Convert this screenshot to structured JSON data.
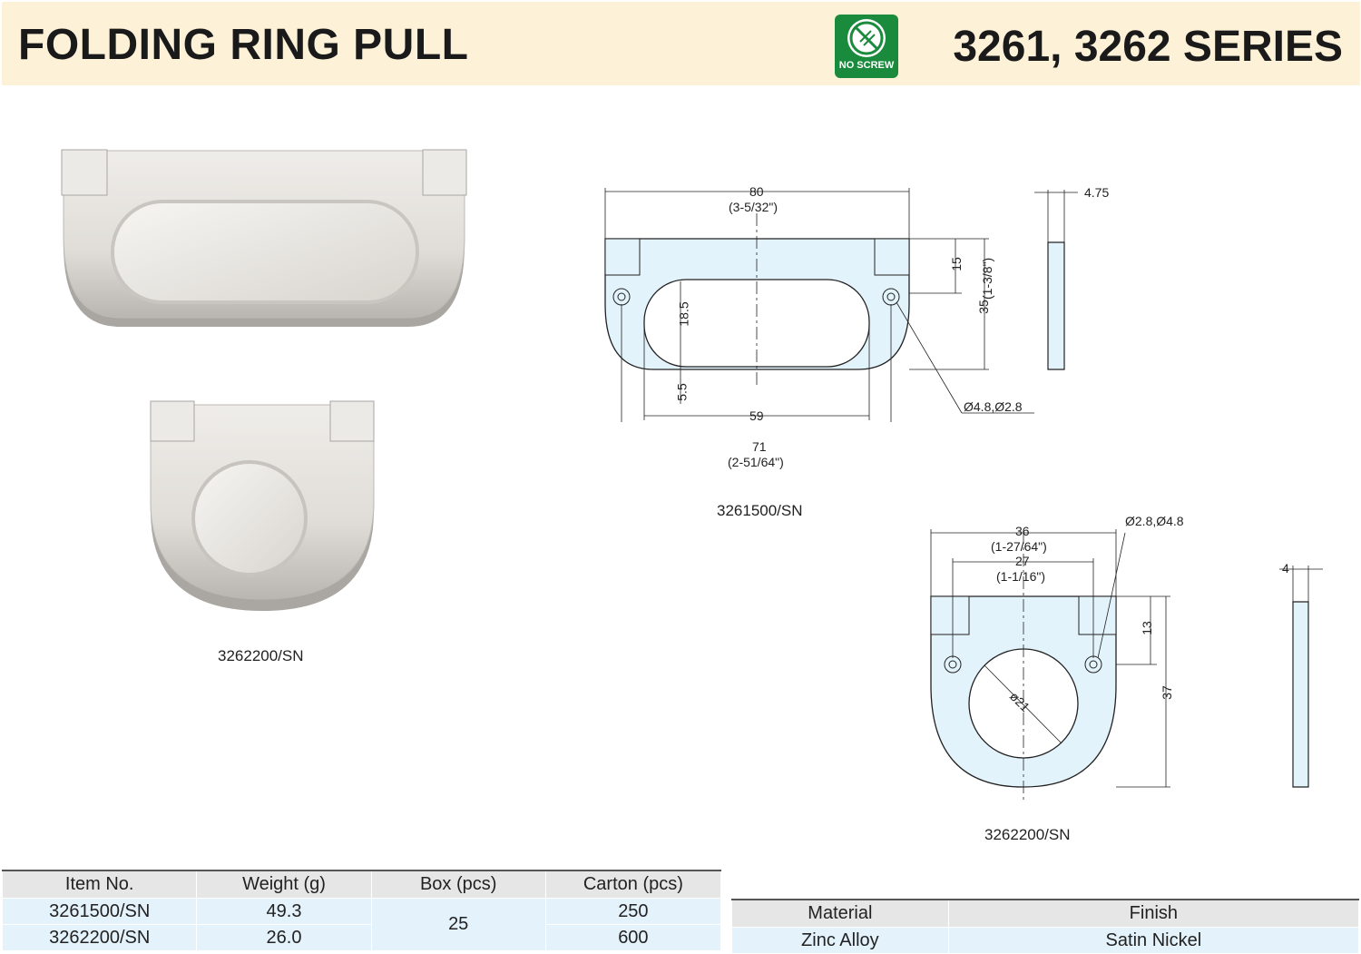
{
  "header": {
    "title": "FOLDING RING PULL",
    "series": "3261, 3262 SERIES",
    "badge_label": "NO SCREW"
  },
  "photos": {
    "caption_small": "3262200/SN"
  },
  "drawing_3261": {
    "caption": "3261500/SN",
    "width_mm": "80",
    "width_in": "(3-5/32\")",
    "hole_span_mm": "71",
    "hole_span_in": "(2-51/64\")",
    "slot_length": "59",
    "slot_height": "18.5",
    "slot_offset": "5.5",
    "tab_height": "15",
    "height_mm": "35",
    "height_in": "(1-3/8\")",
    "holes": "Ø4.8,Ø2.8",
    "thickness": "4.75"
  },
  "drawing_3262": {
    "caption": "3262200/SN",
    "width_mm": "36",
    "width_in": "(1-27/64\")",
    "hole_span_mm": "27",
    "hole_span_in": "(1-1/16\")",
    "holes": "Ø2.8,Ø4.8",
    "tab_height": "13",
    "height": "37",
    "ring_dia": "ø21",
    "thickness": "4"
  },
  "table_items": {
    "headers": [
      "Item No.",
      "Weight (g)",
      "Box (pcs)",
      "Carton (pcs)"
    ],
    "rows": [
      {
        "item": "3261500/SN",
        "weight": "49.3",
        "box": "25",
        "carton": "250"
      },
      {
        "item": "3262200/SN",
        "weight": "26.0",
        "carton": "600"
      }
    ]
  },
  "table_material": {
    "headers": [
      "Material",
      "Finish"
    ],
    "row": {
      "material": "Zinc Alloy",
      "finish": "Satin Nickel"
    }
  },
  "colors": {
    "header_bg": "#fdf1d8",
    "badge_green": "#1a8a3c",
    "drawing_fill": "#e3f3fb",
    "table_header": "#e6e6e6",
    "table_cell": "#e4f2fb"
  }
}
